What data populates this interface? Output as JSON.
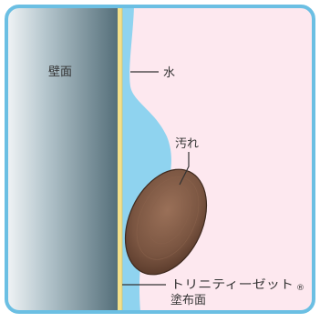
{
  "labels": {
    "wall": "壁面",
    "water": "水",
    "dirt": "汚れ",
    "coating_line1": "トリニティーゼット",
    "coating_registered": "®",
    "coating_line2": "塗布面"
  },
  "colors": {
    "frame": "#6bbfe3",
    "background": "#fde8ef",
    "water": "#8fd3ef",
    "coating": "#f3e08a",
    "wall_dark": "#5a7a86",
    "wall_light": "#f1f4f6",
    "dirt": "#7a5541",
    "dirt_outline": "#3f2a1e",
    "leader_line": "#333333",
    "text": "#333333"
  }
}
